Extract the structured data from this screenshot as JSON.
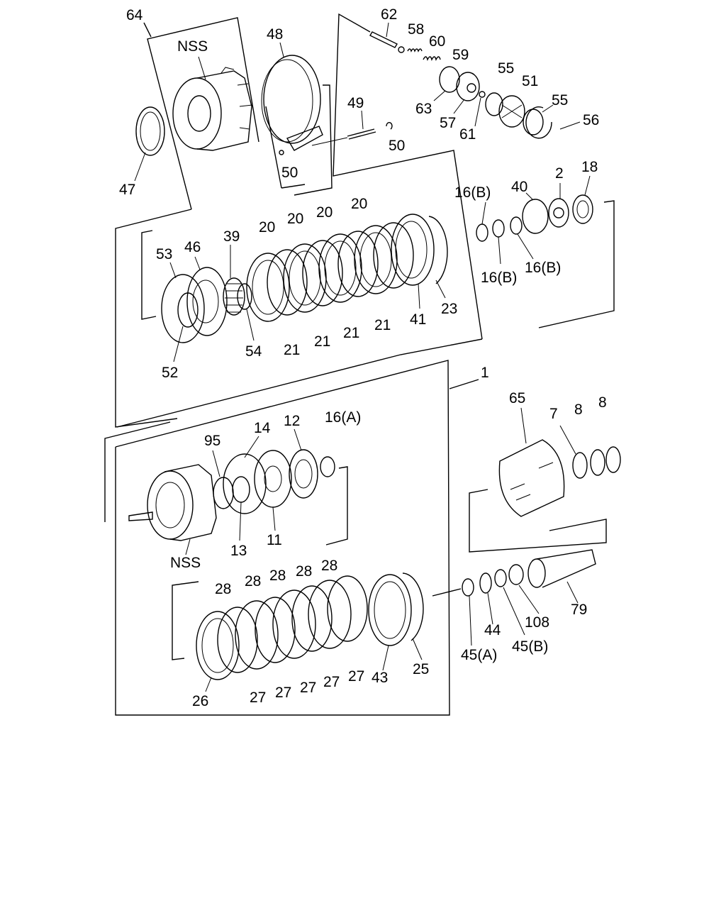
{
  "colors": {
    "ink": "#000000",
    "paper": "#ffffff"
  },
  "labels": {
    "p64": "64",
    "pNSS_top": "NSS",
    "p48": "48",
    "p62": "62",
    "p58": "58",
    "p60": "60",
    "p59": "59",
    "p55a": "55",
    "p51": "51",
    "p55b": "55",
    "p56": "56",
    "p63": "63",
    "p57": "57",
    "p61": "61",
    "p49": "49",
    "p50a": "50",
    "p50b": "50",
    "p47": "47",
    "p16Ba": "16(B)",
    "p40": "40",
    "p2": "2",
    "p18": "18",
    "p16Bb": "16(B)",
    "p16Bc": "16(B)",
    "p20a": "20",
    "p20b": "20",
    "p20c": "20",
    "p20d": "20",
    "p53": "53",
    "p46": "46",
    "p39": "39",
    "p54": "54",
    "p52": "52",
    "p21a": "21",
    "p21b": "21",
    "p21c": "21",
    "p21d": "21",
    "p41": "41",
    "p23": "23",
    "p1": "1",
    "p65": "65",
    "p7": "7",
    "p8a": "8",
    "p8b": "8",
    "p95": "95",
    "p14": "14",
    "p12": "12",
    "p16A": "16(A)",
    "p13": "13",
    "p11": "11",
    "pNSS_bot": "NSS",
    "p79": "79",
    "p28a": "28",
    "p28b": "28",
    "p28c": "28",
    "p28d": "28",
    "p28e": "28",
    "p45A": "45(A)",
    "p44": "44",
    "p45B": "45(B)",
    "p108": "108",
    "p26": "26",
    "p27a": "27",
    "p27b": "27",
    "p27c": "27",
    "p27d": "27",
    "p27e": "27",
    "p43": "43",
    "p25": "25"
  }
}
